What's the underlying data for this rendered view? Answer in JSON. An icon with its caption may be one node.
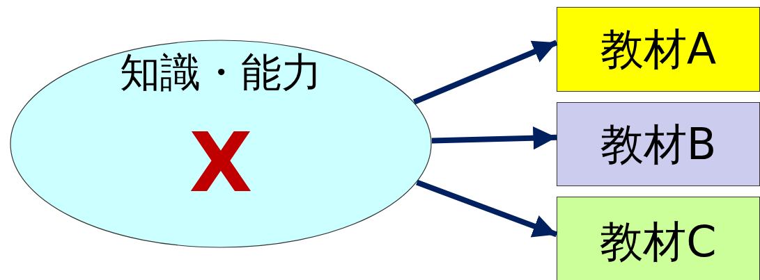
{
  "diagram": {
    "nodes": [
      {
        "text": [
          "知識・能力",
          "X"
        ]
      },
      {
        "text": [
          "教材A"
        ]
      },
      {
        "text": [
          "教材B"
        ]
      },
      {
        "text": [
          "教材C"
        ]
      }
    ],
    "edges": [
      {
        "from": 0,
        "to": 1,
        "arrow": "to",
        "color": "#002060"
      },
      {
        "from": 0,
        "to": 2,
        "arrow": "to",
        "color": "#002060"
      },
      {
        "from": 0,
        "to": 3,
        "arrow": "to",
        "color": "#002060"
      }
    ]
  }
}
